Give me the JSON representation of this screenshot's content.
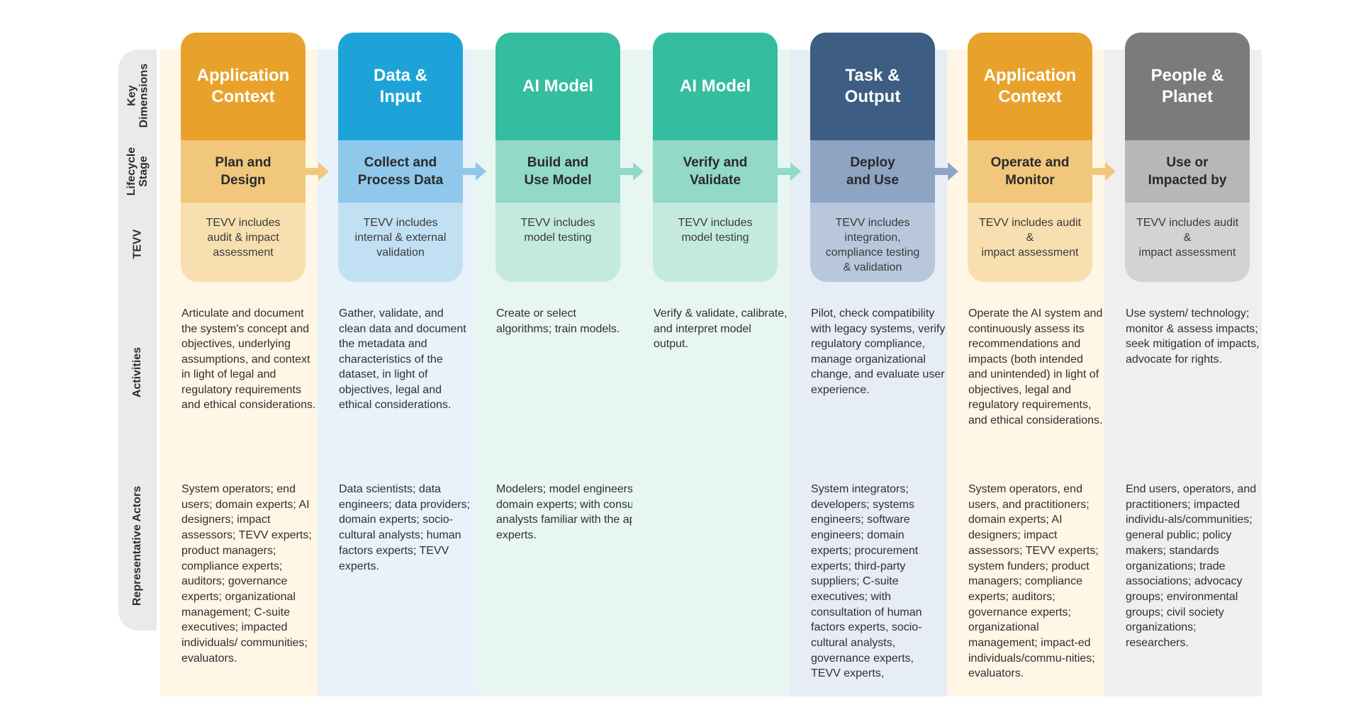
{
  "row_labels": {
    "key_dimensions": "Key\nDimensions",
    "lifecycle_stage": "Lifecycle\nStage",
    "tevv": "TEVV",
    "activities": "Activities",
    "actors": "Representative Actors"
  },
  "columns": [
    {
      "dimension": "Application\nContext",
      "stage": "Plan and\nDesign",
      "tevv": "TEVV includes\naudit & impact\nassessment",
      "activities": "Articulate and document the system's concept and objectives, underlying assumptions, and context in light of legal and regulatory requirements and ethical considerations.",
      "actors": "System operators; end users; domain experts; AI designers; impact assessors; TEVV experts; product managers; compliance experts; auditors; governance experts; organizational management; C-suite executives; impacted individuals/ communities; evaluators.",
      "colors": {
        "header": "#e8a22b",
        "stage": "#f1c77c",
        "tevv": "#f8dfb0",
        "bg": "#fff6e6",
        "arrow": "#f1c77c"
      }
    },
    {
      "dimension": "Data &\nInput",
      "stage": "Collect and\nProcess Data",
      "tevv": "TEVV includes\ninternal & external\nvalidation",
      "activities": "Gather, validate, and clean data and document the metadata and characteristics of the dataset, in light of objectives, legal and ethical considerations.",
      "actors": "Data scientists; data engineers; data providers; domain experts; socio-cultural analysts; human factors experts; TEVV experts.",
      "colors": {
        "header": "#1ea3d9",
        "stage": "#8fc8ea",
        "tevv": "#c2e0f3",
        "bg": "#e8f2fb",
        "arrow": "#8fc8ea"
      }
    },
    {
      "dimension": "AI Model",
      "stage": "Build and\nUse Model",
      "tevv": "TEVV includes\nmodel testing",
      "activities": "Create or select algorithms; train models.",
      "actors": "Modelers; model engineers; data scientists; developers; domain experts; with consultation of socio-cultural analysts familiar with the application context and TEVV experts.",
      "colors": {
        "header": "#34bd9e",
        "stage": "#92d9c7",
        "tevv": "#c4eadf",
        "bg": "#e7f6f1",
        "arrow": "#92d9c7"
      }
    },
    {
      "dimension": "AI Model",
      "stage": "Verify and\nValidate",
      "tevv": "TEVV includes\nmodel testing",
      "activities": "Verify & validate, calibrate, and interpret model output.",
      "actors": "",
      "colors": {
        "header": "#34bd9e",
        "stage": "#92d9c7",
        "tevv": "#c4eadf",
        "bg": "#e7f6f1",
        "arrow": "#92d9c7"
      }
    },
    {
      "dimension": "Task &\nOutput",
      "stage": "Deploy\nand Use",
      "tevv": "TEVV includes\nintegration,\ncompliance testing\n& validation",
      "activities": "Pilot, check compatibility with legacy systems, verify regulatory compliance, manage organizational change, and evaluate user experience.",
      "actors": "System integrators; developers; systems engineers; software engineers; domain experts; procurement experts; third-party suppliers; C-suite executives; with consultation of human factors experts, socio-cultural analysts, governance experts, TEVV experts,",
      "colors": {
        "header": "#3d5e82",
        "stage": "#8ea4c3",
        "tevv": "#b8c7dc",
        "bg": "#e7edf5",
        "arrow": "#8ea4c3"
      }
    },
    {
      "dimension": "Application\nContext",
      "stage": "Operate and\nMonitor",
      "tevv": "TEVV includes audit\n&\nimpact assessment",
      "activities": "Operate the AI system and continuously assess its recommendations and impacts (both intended and unintended) in light of objectives, legal and regulatory requirements, and ethical considerations.",
      "actors": "System operators, end users, and practitioners; domain experts; AI designers; impact assessors; TEVV experts; system funders; product managers; compliance experts; auditors; governance experts; organizational management; impact-ed individuals/commu-nities; evaluators.",
      "colors": {
        "header": "#e8a22b",
        "stage": "#f1c77c",
        "tevv": "#f8dfb0",
        "bg": "#fff6e6",
        "arrow": "#f1c77c"
      }
    },
    {
      "dimension": "People &\nPlanet",
      "stage": "Use or\nImpacted by",
      "tevv": "TEVV includes audit\n&\nimpact assessment",
      "activities": "Use system/ technology; monitor & assess impacts; seek mitigation of impacts, advocate for rights.",
      "actors": "End users, operators, and practitioners; impacted individu-als/communities; general public; policy makers; standards organizations; trade associations; advocacy groups; environmental groups; civil society organizations; researchers.",
      "colors": {
        "header": "#7b7b7b",
        "stage": "#b7b7b7",
        "tevv": "#d3d3d3",
        "bg": "#efefef",
        "arrow": null
      }
    }
  ]
}
